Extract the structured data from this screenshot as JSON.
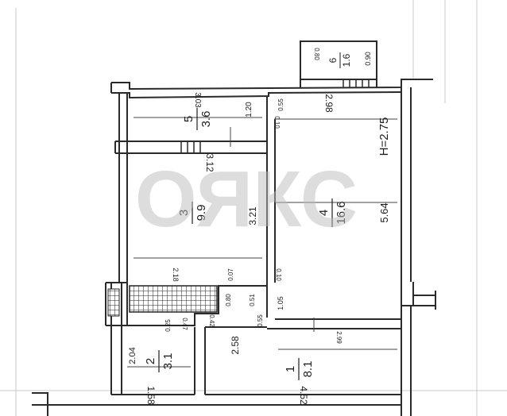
{
  "watermark": "ОЯКС",
  "ceiling_height": "H=2.75",
  "rooms": [
    {
      "id": "1",
      "number": "1",
      "area": "8.1"
    },
    {
      "id": "2",
      "number": "2",
      "area": "3.1"
    },
    {
      "id": "3",
      "number": "3",
      "area": "9.9"
    },
    {
      "id": "4",
      "number": "4",
      "area": "16.6"
    },
    {
      "id": "5",
      "number": "5",
      "area": "3.6"
    },
    {
      "id": "6",
      "number": "6",
      "area": "1.6"
    }
  ],
  "dimensions": {
    "d_3_03": "3.03",
    "d_1_20": "1.20",
    "d_0_55_top": "0.55",
    "d_0_10_top": "0.10",
    "d_2_98": "2.98",
    "d_3_12": "3.12",
    "d_3_21": "3.21",
    "d_5_64": "5.64",
    "d_2_18": "2.18",
    "d_0_07": "0.07",
    "d_0_10_mid": "0.10",
    "d_0_80": "0.80",
    "d_0_51": "0.51",
    "d_1_05": "1.05",
    "d_0_25": "0.25",
    "d_0_47": "0.47",
    "d_0_42": "0.42",
    "d_0_55_mid": "0.55",
    "d_2_58": "2.58",
    "d_2_99": "2.99",
    "d_2_04": "2.04",
    "d_1_58": "1.58",
    "d_4_52": "4.52",
    "d_0_80_balc": "0.80",
    "d_0_90": "0.90"
  }
}
